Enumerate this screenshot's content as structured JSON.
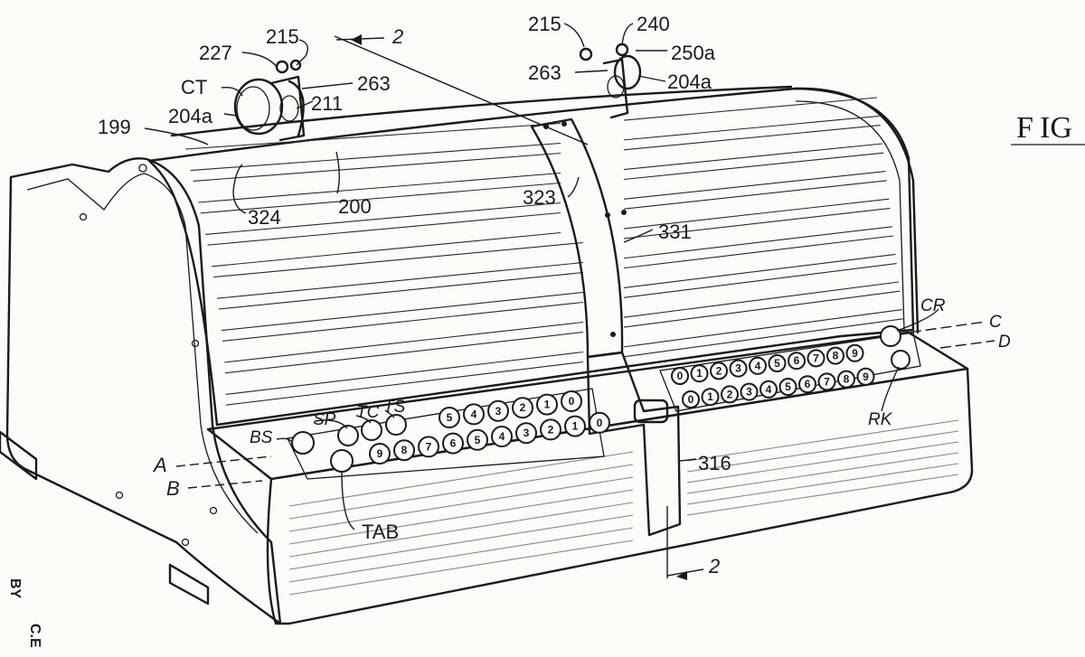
{
  "sheet_label": "F",
  "sheet_label_partial": "IG",
  "margin_text": [
    "BY",
    "C.E"
  ],
  "reference_numerals": {
    "n215a": "215",
    "n215b": "215",
    "n240": "240",
    "n250a": "250a",
    "n227": "227",
    "n263a": "263",
    "n263b": "263",
    "n204a_left": "204a",
    "n204a_right": "204a",
    "n211": "211",
    "n199": "199",
    "nCT": "CT",
    "n200": "200",
    "n324": "324",
    "n323": "323",
    "n331": "331",
    "n316": "316",
    "nCR": "CR",
    "nC": "C",
    "nD": "D",
    "nRK": "RK",
    "nA": "A",
    "nB": "B",
    "nBS": "BS",
    "nSP": "SP",
    "nTC": "TC",
    "nTS": "TS",
    "nTAB": "TAB",
    "section_top": "2",
    "section_bottom": "2"
  },
  "keyboard": {
    "left_row_top": [
      "5",
      "4",
      "3",
      "2",
      "1",
      "0"
    ],
    "left_row_mid": [
      "9",
      "8",
      "7",
      "6",
      "5",
      "4",
      "3",
      "2",
      "1",
      "0"
    ],
    "right_row_top": [
      "0",
      "1",
      "2",
      "3",
      "4",
      "5",
      "6",
      "7",
      "8",
      "9"
    ],
    "right_row_bottom": [
      "0",
      "1",
      "2",
      "3",
      "4",
      "5",
      "6",
      "7",
      "8",
      "9"
    ]
  }
}
